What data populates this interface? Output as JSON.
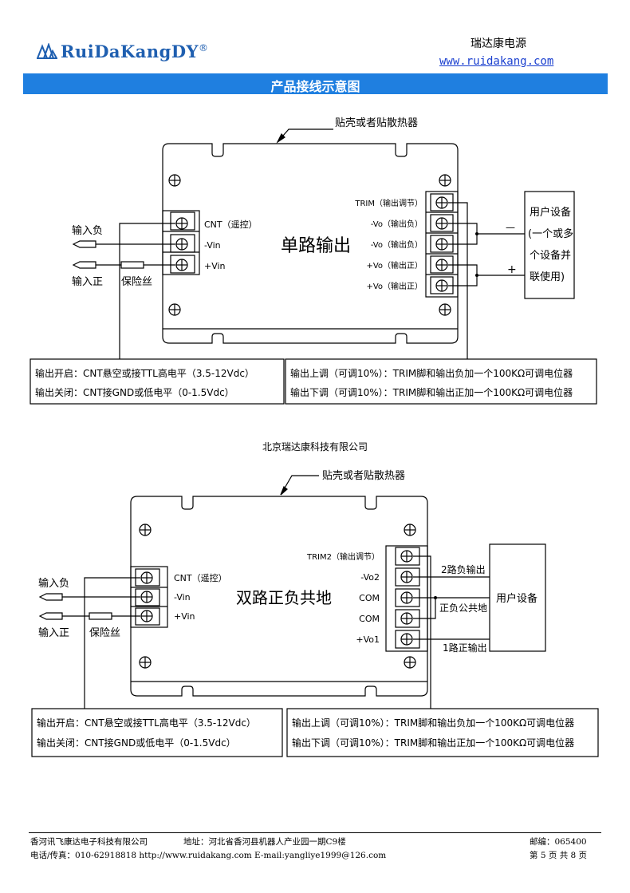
{
  "header": {
    "logo_text": "RuiDaKangDY",
    "logo_mark": "®",
    "company_cn": "瑞达康电源",
    "website": "www.ruidakang.com",
    "page_title": "产品接线示意图"
  },
  "diagram1": {
    "mount_note": "贴壳或者贴散热器",
    "center_label": "单路输出",
    "left_terminals": [
      "CNT（遥控）",
      "-Vin",
      "+Vin"
    ],
    "input_neg": "输入负",
    "input_pos": "输入正",
    "fuse": "保险丝",
    "right_terminals": [
      "TRIM（输出调节）",
      "-Vo（输出负）",
      "-Vo（输出负）",
      "+Vo（输出正）",
      "+Vo（输出正）"
    ],
    "minus_sign": "—",
    "plus_sign": "+",
    "user_box": [
      "用户设备",
      "(一个或多",
      "个设备并",
      "联使用)"
    ],
    "note_left": [
      "输出开启：CNT悬空或接TTL高电平（3.5-12Vdc）",
      "输出关闭：CNT接GND或低电平（0-1.5Vdc）"
    ],
    "note_right": [
      "输出上调（可调10%）：TRIM脚和输出负加一个100KΩ可调电位器",
      "输出下调（可调10%）：TRIM脚和输出正加一个100KΩ可调电位器"
    ]
  },
  "company_mid": "北京瑞达康科技有限公司",
  "diagram2": {
    "mount_note": "贴壳或者贴散热器",
    "center_label": "双路正负共地",
    "left_terminals": [
      "CNT（遥控）",
      "-Vin",
      "+Vin"
    ],
    "input_neg": "输入负",
    "input_pos": "输入正",
    "fuse": "保险丝",
    "right_terminals": [
      "TRIM2（输出调节）",
      "-Vo2",
      "COM",
      "COM",
      "+Vo1"
    ],
    "wire_labels": [
      "2路负输出",
      "正负公共地",
      "1路正输出"
    ],
    "user_box": "用户设备",
    "note_left": [
      "输出开启：CNT悬空或接TTL高电平（3.5-12Vdc）",
      "输出关闭：CNT接GND或低电平（0-1.5Vdc）"
    ],
    "note_right": [
      "输出上调（可调10%）：TRIM脚和输出负加一个100KΩ可调电位器",
      "输出下调（可调10%）：TRIM脚和输出正加一个100KΩ可调电位器"
    ]
  },
  "footer": {
    "company": "香河讯飞康达电子科技有限公司",
    "address": "地址：河北省香河县机器人产业园一期C9楼",
    "postcode": "邮编：065400",
    "contact": "电话/传真：010-62918818  http://www.ruidakang.com  E-mail:yangliye1999@126.com",
    "page": "第 5 页 共 8 页"
  }
}
